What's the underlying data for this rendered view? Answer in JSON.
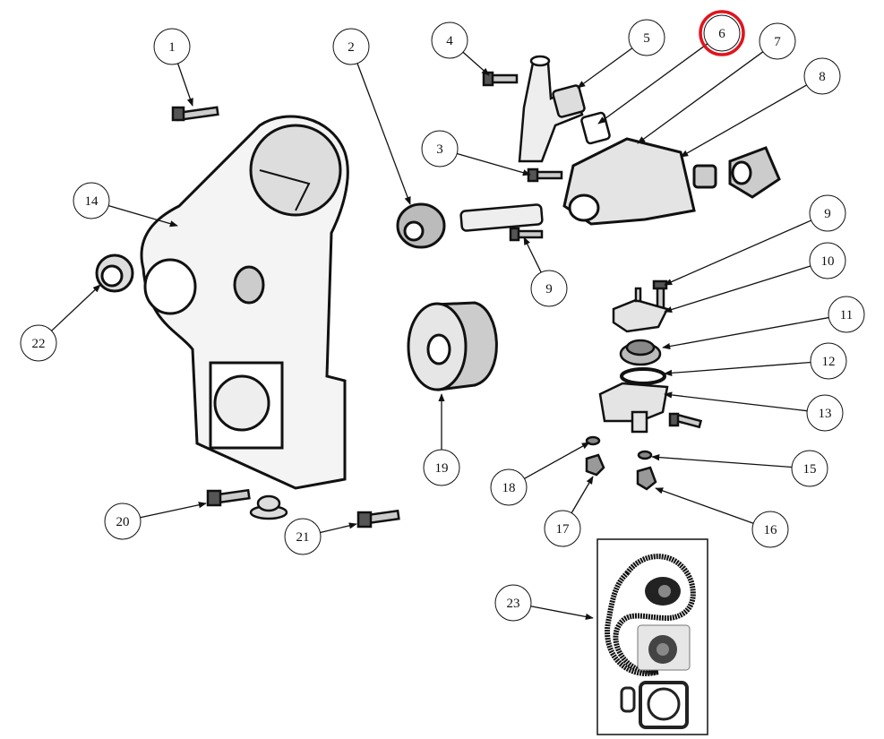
{
  "diagram": {
    "type": "exploded parts diagram",
    "highlight_color": "#e0141e",
    "highlighted_callout": "6",
    "callouts": [
      "1",
      "2",
      "3",
      "4",
      "5",
      "6",
      "7",
      "8",
      "9",
      "9",
      "10",
      "11",
      "12",
      "13",
      "14",
      "15",
      "16",
      "17",
      "18",
      "19",
      "20",
      "21",
      "22",
      "23"
    ]
  }
}
